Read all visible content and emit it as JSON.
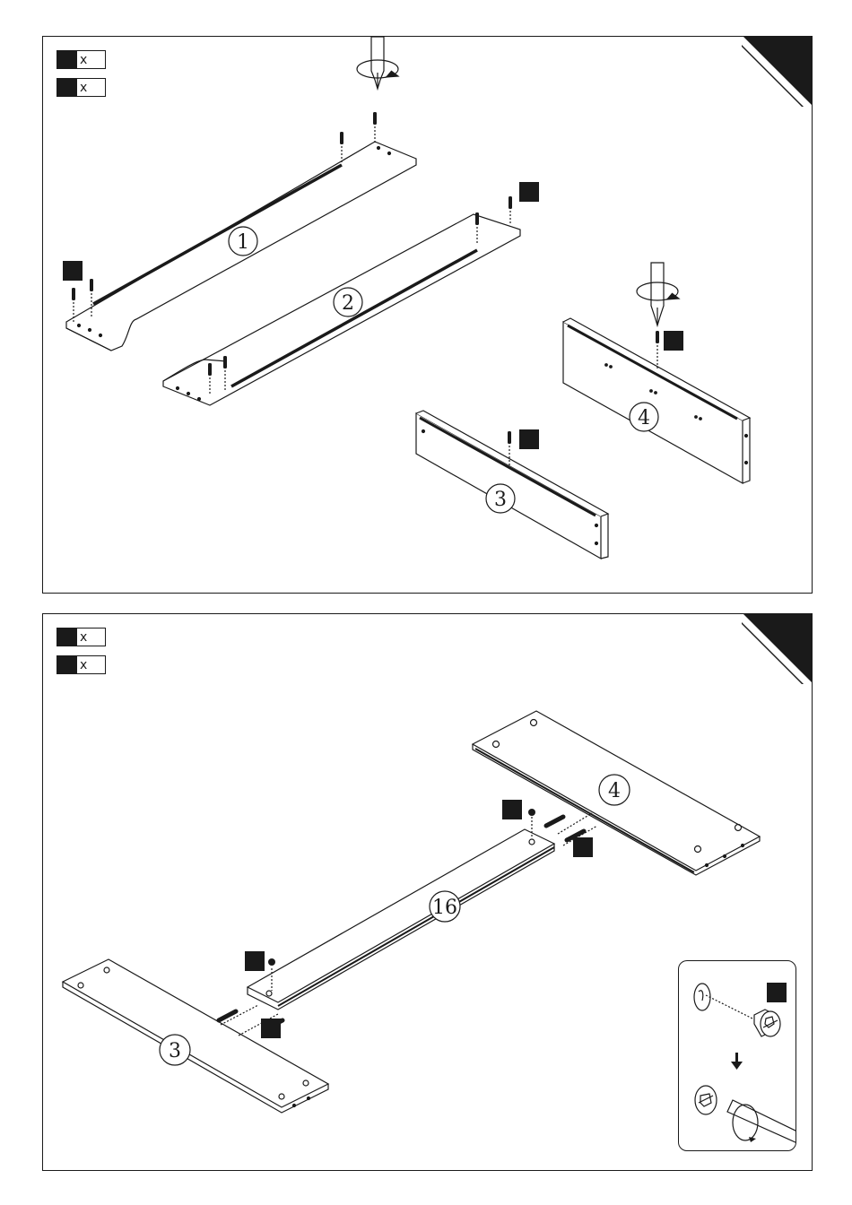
{
  "steps": [
    {
      "quantities": [
        {
          "multiplier": "x",
          "value": ""
        },
        {
          "multiplier": "x",
          "value": ""
        }
      ],
      "part_labels": [
        "1",
        "2",
        "3",
        "4"
      ]
    },
    {
      "quantities": [
        {
          "multiplier": "x",
          "value": ""
        },
        {
          "multiplier": "x",
          "value": ""
        }
      ],
      "part_labels": [
        "4",
        "16",
        "3"
      ]
    }
  ],
  "colors": {
    "ink": "#1a1a1a",
    "paper": "#ffffff"
  },
  "icons": [
    "screwdriver-icon",
    "rotate-arrow-icon",
    "wooden-dowel-icon",
    "cam-lock-icon",
    "down-arrow-icon"
  ]
}
